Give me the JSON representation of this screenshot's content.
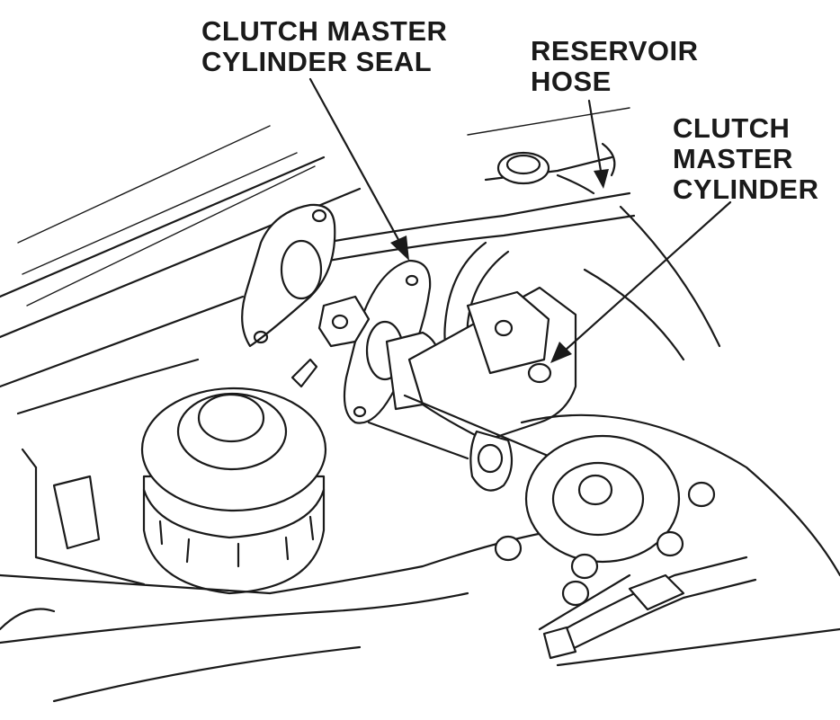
{
  "labels": {
    "seal": [
      "CLUTCH MASTER",
      "CYLINDER SEAL"
    ],
    "hose": [
      "RESERVOIR",
      "HOSE"
    ],
    "cylinder": [
      "CLUTCH",
      "MASTER",
      "CYLINDER"
    ]
  },
  "colors": {
    "ink": "#1a1a1a",
    "background": "#ffffff"
  }
}
